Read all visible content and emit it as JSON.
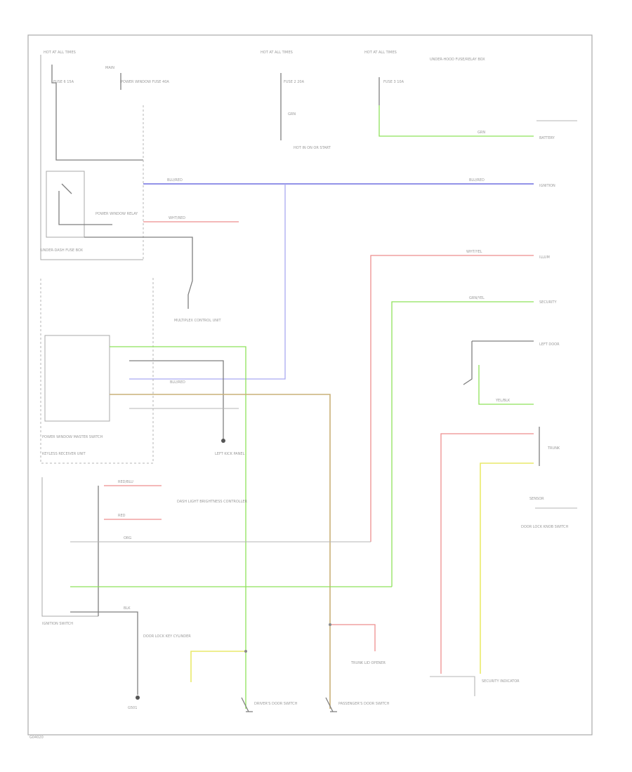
{
  "fuse_block": {
    "hot_left": "HOT AT ALL TIMES",
    "hot_mid": "HOT AT ALL TIMES",
    "hot_right": "HOT AT ALL TIMES",
    "main_label": "MAIN",
    "fuse_left": "FUSE 6 15A",
    "fuse_mid": "FUSE 2 20A",
    "fuse_right": "FUSE 3 10A",
    "power_window_fuse": "POWER WINDOW FUSE 40A",
    "under_dash": "UNDER-DASH FUSE BOX",
    "top_label": "UNDER-HOOD FUSE/RELAY BOX"
  },
  "wires": {
    "grn_a": "GRN",
    "grn_b": "GRN",
    "blu_red_a": "BLU/RED",
    "blu_red_b": "BLU/RED",
    "blu_red_c": "BLU/RED",
    "wht_red": "WHT/RED",
    "wht_yel": "WHT/YEL",
    "yel_blk": "YEL/BLK",
    "grn_yel": "GRN/YEL",
    "blk": "BLK",
    "red_blu": "RED/BLU",
    "red": "RED",
    "org": "ORG"
  },
  "components": {
    "power_window_relay": "POWER WINDOW RELAY",
    "hot_in_on": "HOT IN ON OR START",
    "multiplex": "MULTIPLEX CONTROL UNIT",
    "left_ground": "LEFT KICK PANEL",
    "power_window_master": "POWER WINDOW MASTER SWITCH",
    "keyless": "KEYLESS RECEIVER UNIT",
    "door_lock": "DOOR LOCK KEY CYLINDER",
    "ignition_switch": "IGNITION SWITCH",
    "dash_light": "DASH LIGHT BRIGHTNESS CONTROLLER",
    "driver_door": "DRIVER'S DOOR SWITCH",
    "passenger_door": "PASSENGER'S DOOR SWITCH",
    "trunk": "TRUNK LID OPENER",
    "security_ind": "SECURITY INDICATOR",
    "ground": "G501"
  },
  "right_labels": {
    "battery": "BATTERY",
    "ignition": "IGNITION",
    "illum": "ILLUM",
    "security": "SECURITY",
    "left_door": "LEFT DOOR",
    "trunk": "TRUNK",
    "sensor": "SENSOR",
    "note": "DOOR LOCK KNOB SWITCH"
  },
  "footer": "G04020"
}
